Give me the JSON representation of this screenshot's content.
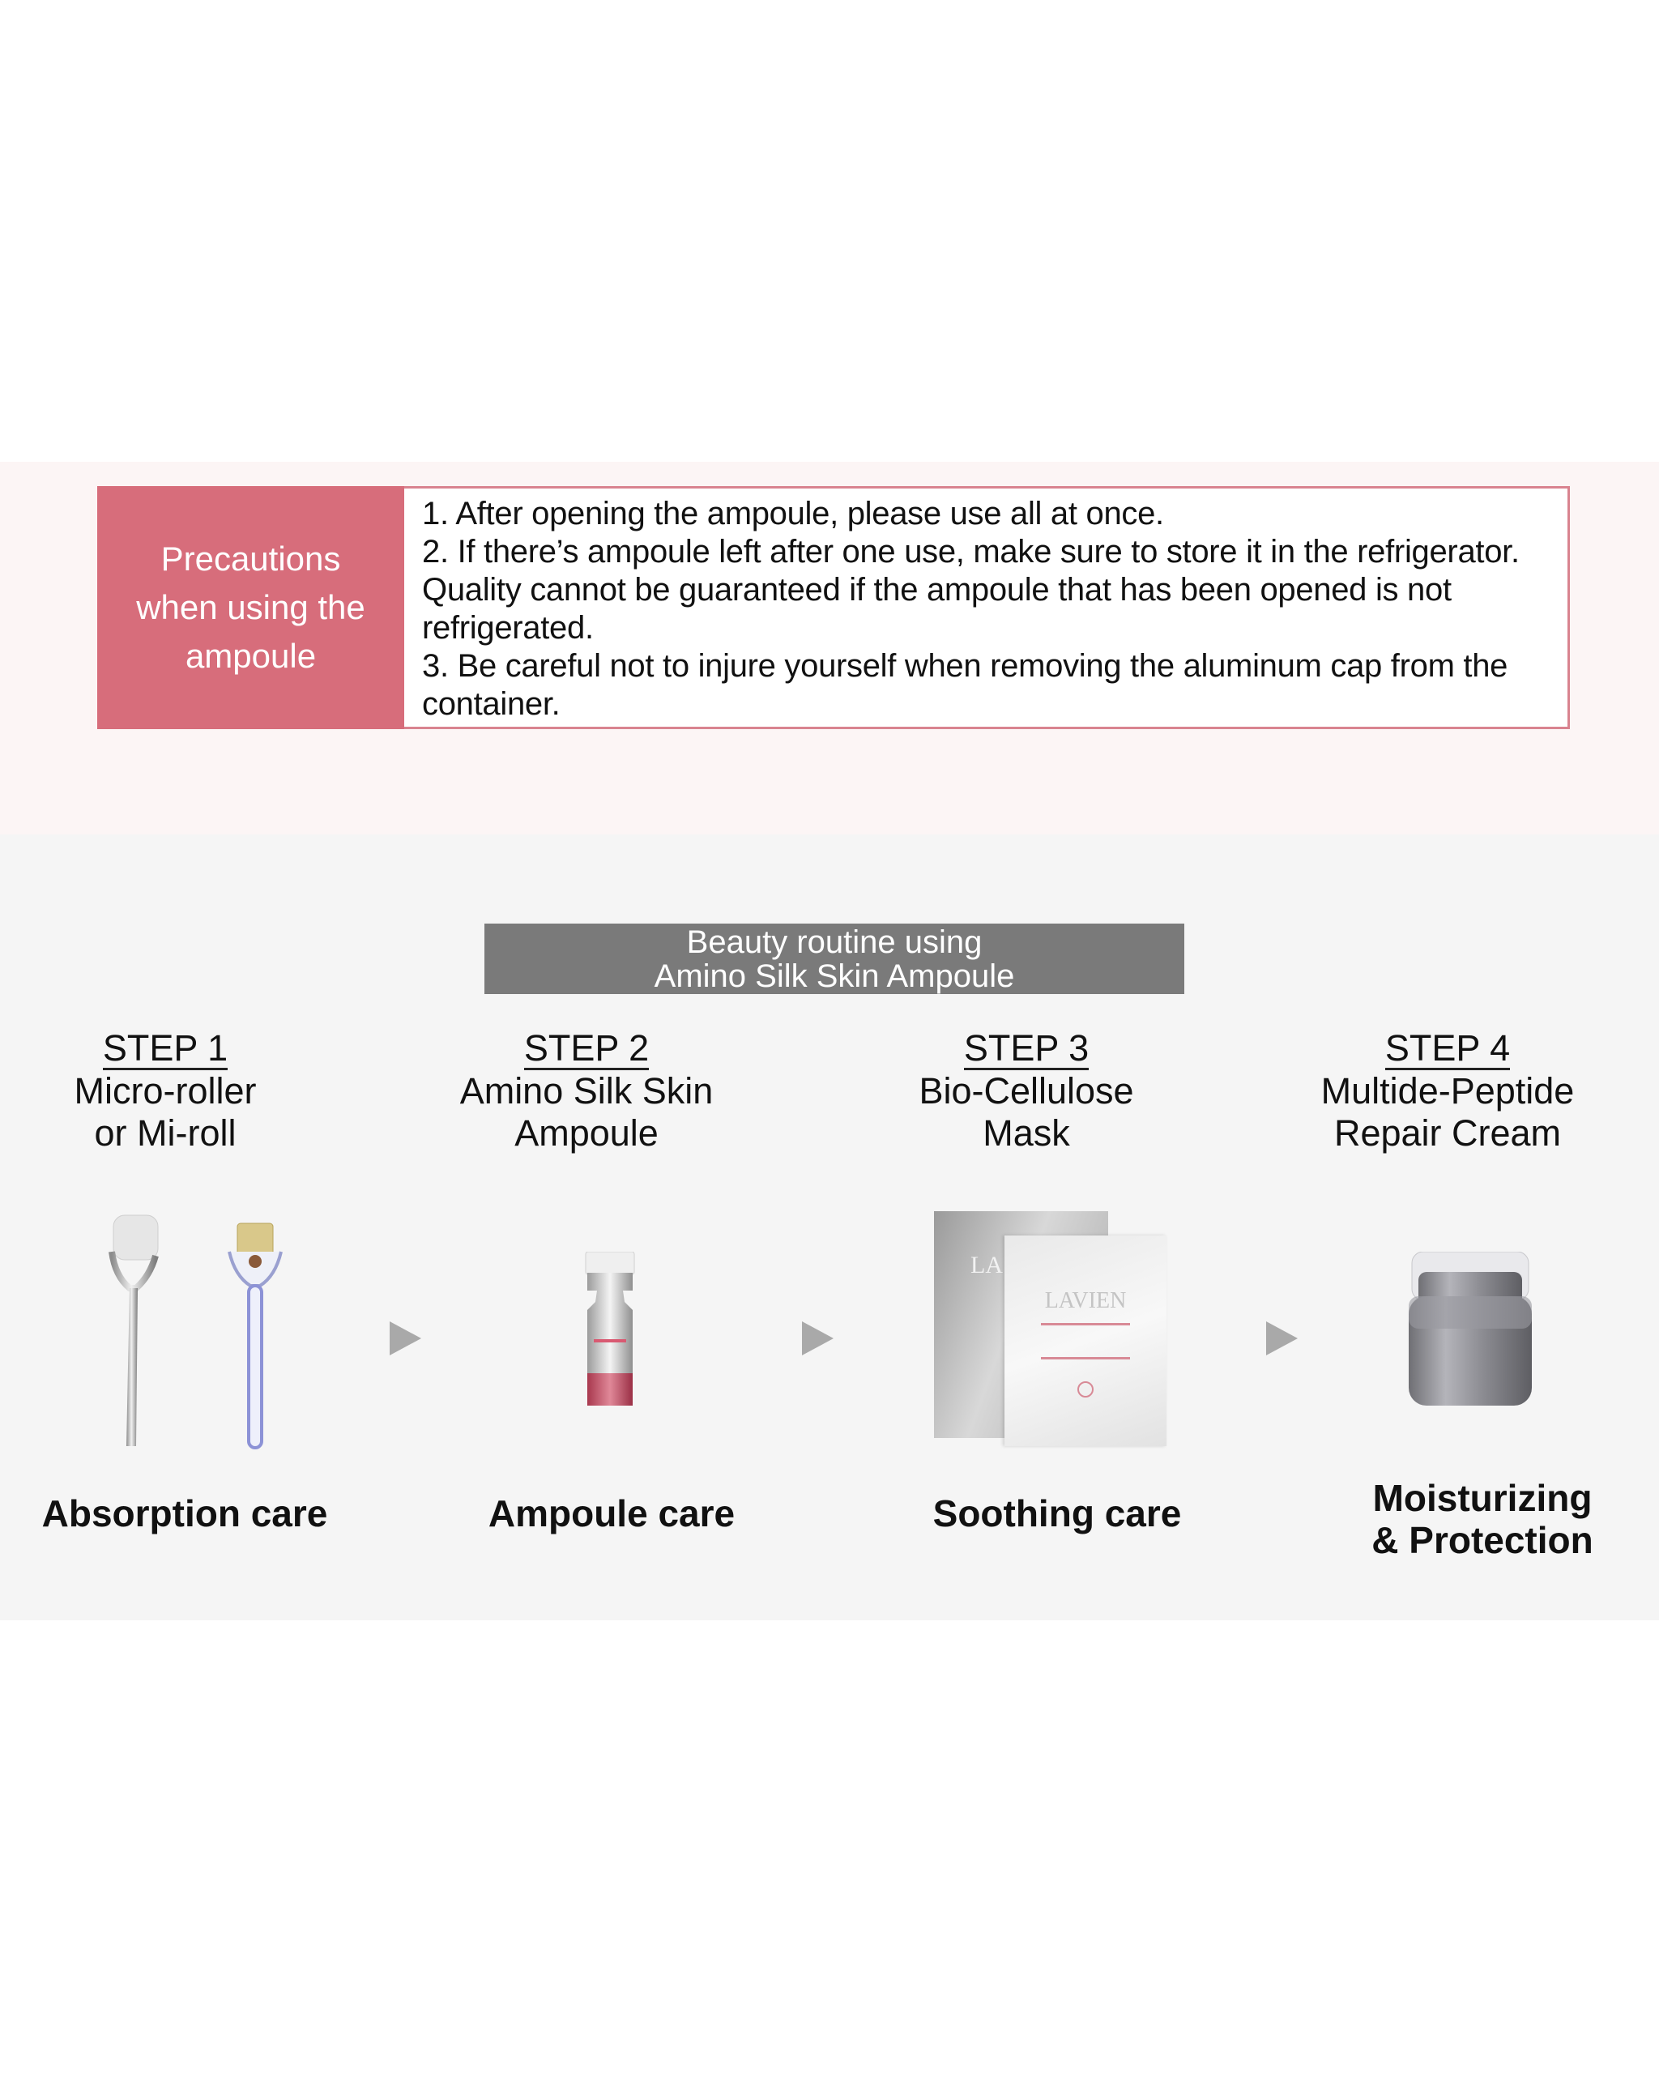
{
  "precautions": {
    "heading_lines": [
      "Precautions",
      "when using the",
      "ampoule"
    ],
    "items": [
      "1. After opening the ampoule, please use all at once.",
      "2. If there’s ampoule left after one use, make sure to store it in the refrigerator. Quality cannot be guaranteed if the ampoule that has been opened is not refrigerated.",
      "3. Be careful not to injure yourself when removing the aluminum cap from the container."
    ]
  },
  "routine": {
    "banner_lines": [
      "Beauty routine using",
      "Amino Silk Skin Ampoule"
    ],
    "steps": [
      {
        "title": "STEP 1",
        "name_lines": [
          "Micro-roller",
          "or Mi-roll"
        ],
        "care_lines": [
          "Absorption care"
        ],
        "image": "micro-roller-and-mi-roll"
      },
      {
        "title": "STEP 2",
        "name_lines": [
          "Amino Silk Skin",
          "Ampoule"
        ],
        "care_lines": [
          "Ampoule care"
        ],
        "image": "ampoule-vial"
      },
      {
        "title": "STEP 3",
        "name_lines": [
          "Bio-Cellulose",
          "Mask"
        ],
        "care_lines": [
          "Soothing care"
        ],
        "image": "lavien-mask-pack"
      },
      {
        "title": "STEP 4",
        "name_lines": [
          "Multide-Peptide",
          "Repair Cream"
        ],
        "care_lines": [
          "Moisturizing",
          "& Protection"
        ],
        "image": "cream-jar"
      }
    ],
    "brand_text": "LAVIEN",
    "brand_text_partial": "LA"
  },
  "colors": {
    "accent_pink": "#d76d7b",
    "pink_border": "#d9838f",
    "pink_section_bg": "#fcf5f5",
    "gray_section_bg": "#f5f5f5",
    "banner_gray": "#7a7a7a",
    "arrow_gray": "#a9a9a9"
  }
}
